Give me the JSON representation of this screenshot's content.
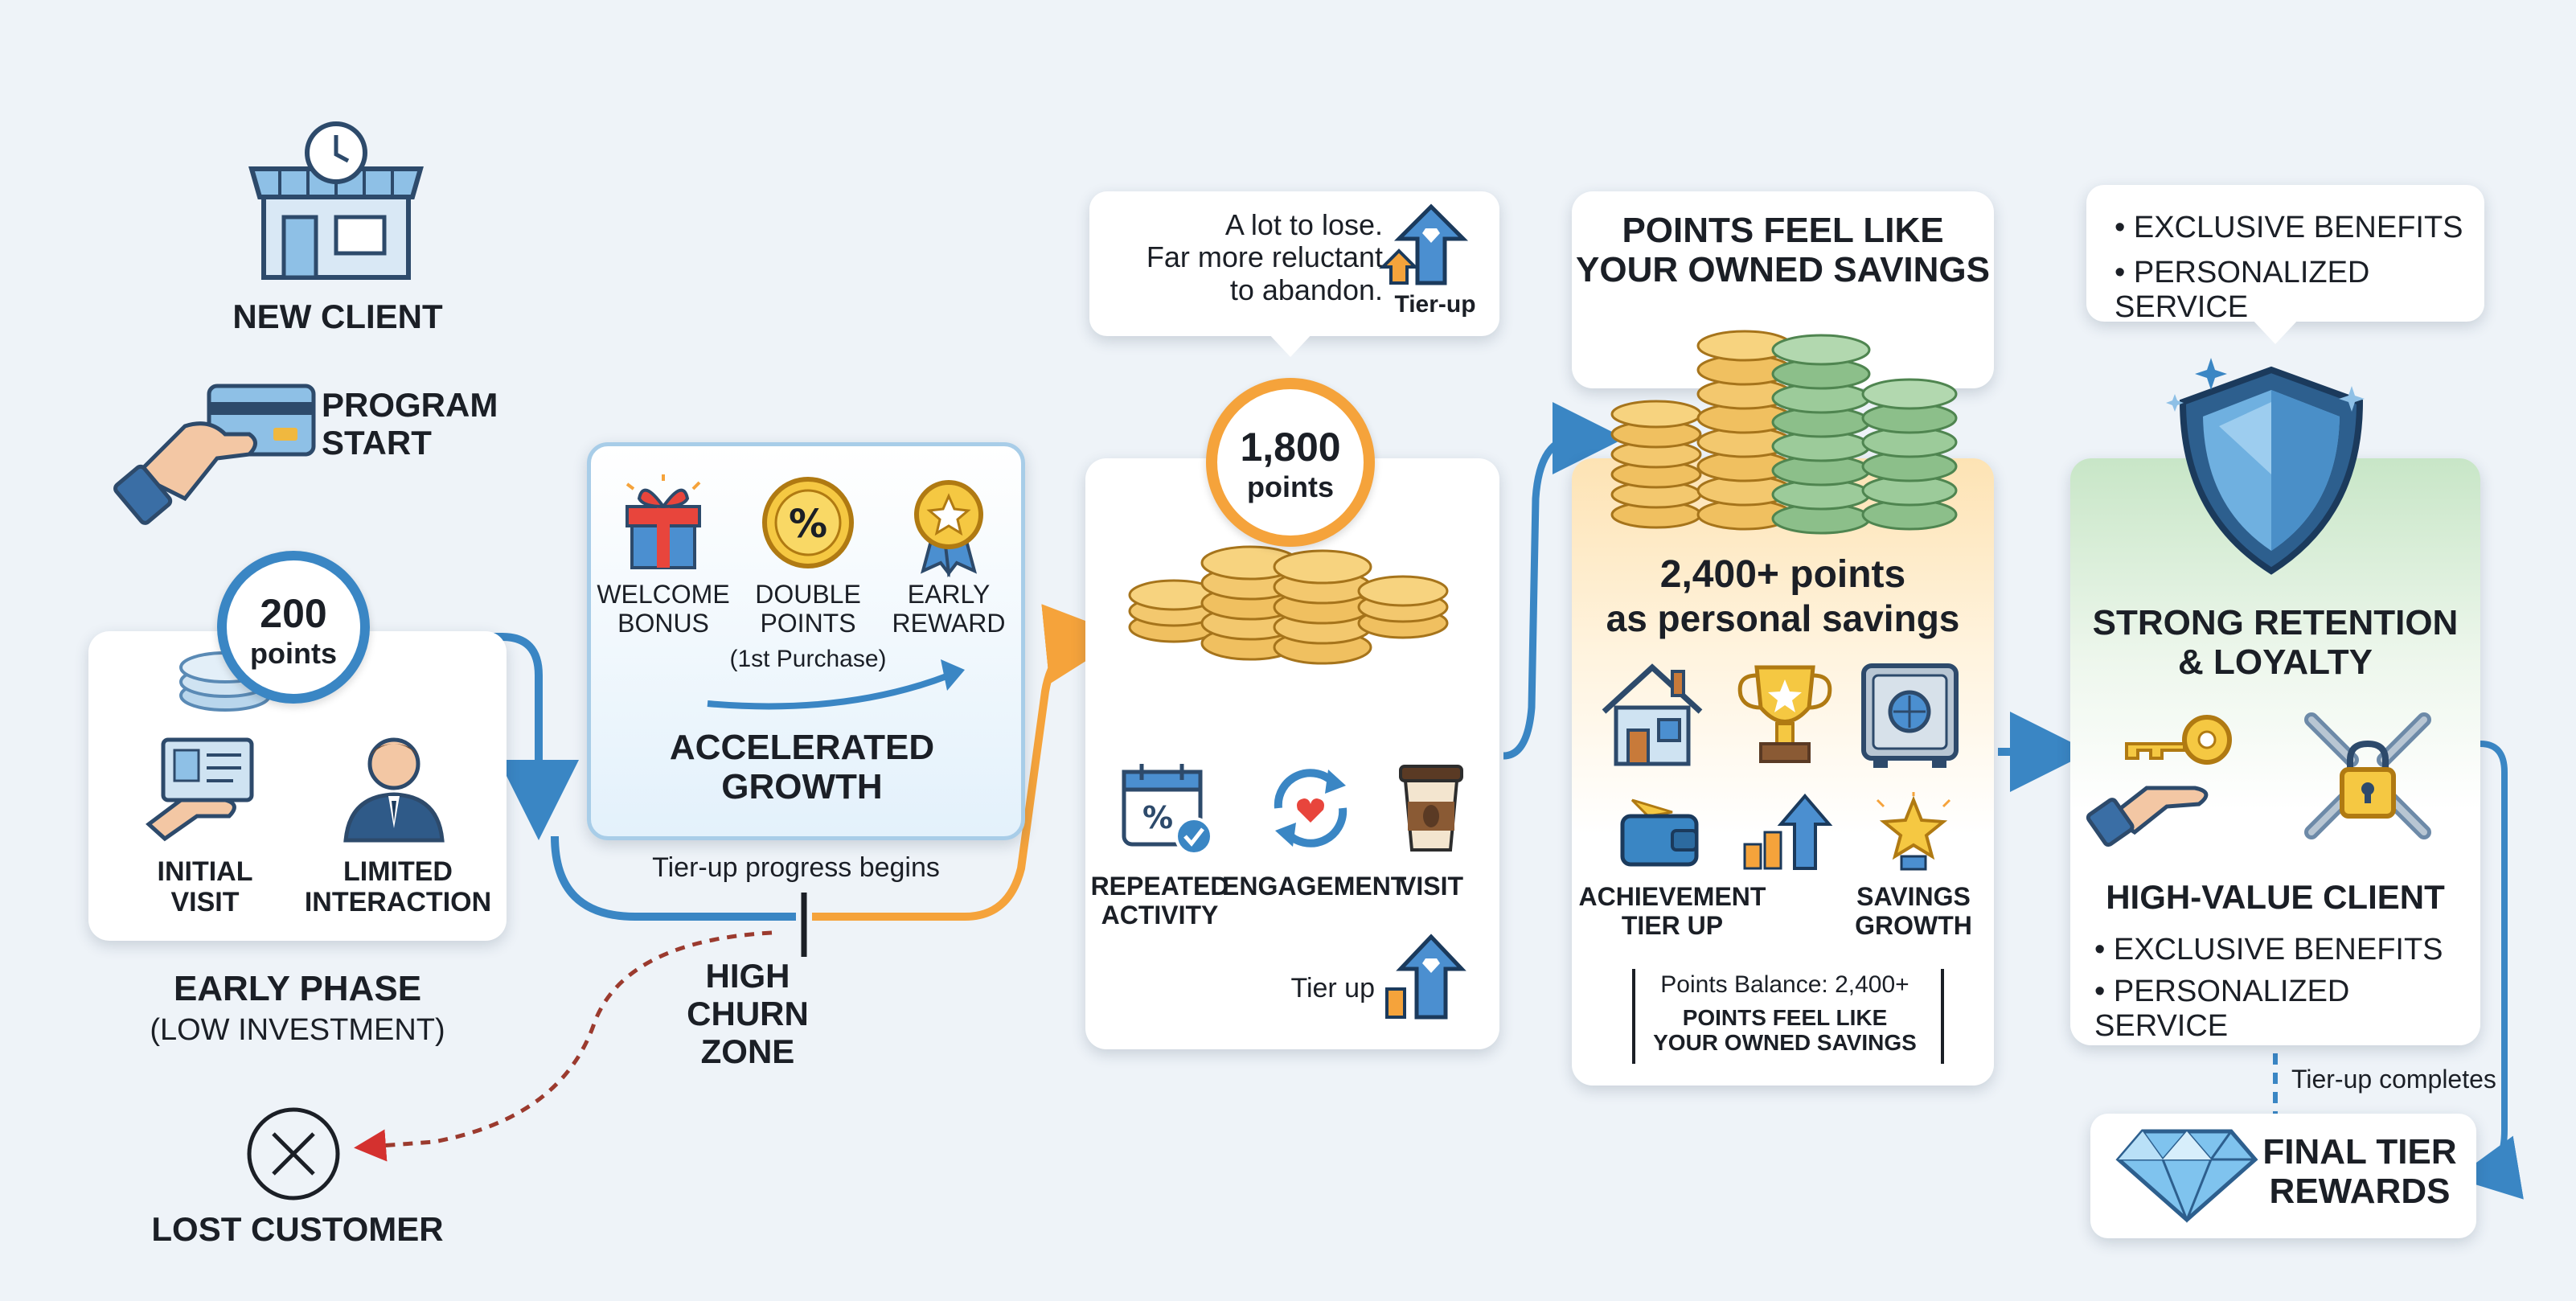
{
  "start": {
    "new_client": "NEW CLIENT",
    "program_start": "PROGRAM\nSTART"
  },
  "early": {
    "points_value": "200",
    "points_unit": "points",
    "initial_visit": "INITIAL\nVISIT",
    "limited_interaction": "LIMITED\nINTERACTION",
    "phase_title": "EARLY PHASE",
    "phase_subtitle": "(LOW INVESTMENT)"
  },
  "churn": {
    "label": "HIGH\nCHURN\nZONE",
    "lost": "LOST CUSTOMER"
  },
  "accelerated": {
    "welcome": "WELCOME\nBONUS",
    "double": "DOUBLE\nPOINTS",
    "double_note": "(1st Purchase)",
    "early_reward": "EARLY\nREWARD",
    "title": "ACCELERATED\nGROWTH",
    "tier_progress": "Tier-up progress begins"
  },
  "mid": {
    "callout": "A lot to lose.\nFar more reluctant\nto abandon.",
    "callout_tier": "Tier-up",
    "points_value": "1,800",
    "points_unit": "points",
    "repeated": "REPEATED\nACTIVITY",
    "engagement": "ENGAGEMENT",
    "visit": "VISIT",
    "tier_up": "Tier up"
  },
  "savings": {
    "header": "POINTS FEEL LIKE\nYOUR OWNED SAVINGS",
    "points_line1": "2,400+ points",
    "points_line2": "as personal savings",
    "achievement": "ACHIEVEMENT\nTIER UP",
    "growth": "SAVINGS\nGROWTH",
    "balance": "Points Balance: 2,400+",
    "balance_caption": "POINTS FEEL LIKE\nYOUR OWNED SAVINGS"
  },
  "loyalty": {
    "bubble_item1": "• EXCLUSIVE BENEFITS",
    "bubble_item2": "• PERSONALIZED SERVICE",
    "title": "STRONG RETENTION\n& LOYALTY",
    "client": "HIGH-VALUE CLIENT",
    "item1": "• EXCLUSIVE BENEFITS",
    "item2": "• PERSONALIZED SERVICE",
    "tier_complete": "Tier-up completes",
    "final": "FINAL TIER\nREWARDS"
  },
  "colors": {
    "blue": "#3a86c4",
    "orange": "#f5a33b",
    "red": "#d4312f",
    "gold": "#f0b83f",
    "green": "#8cbf8a"
  }
}
